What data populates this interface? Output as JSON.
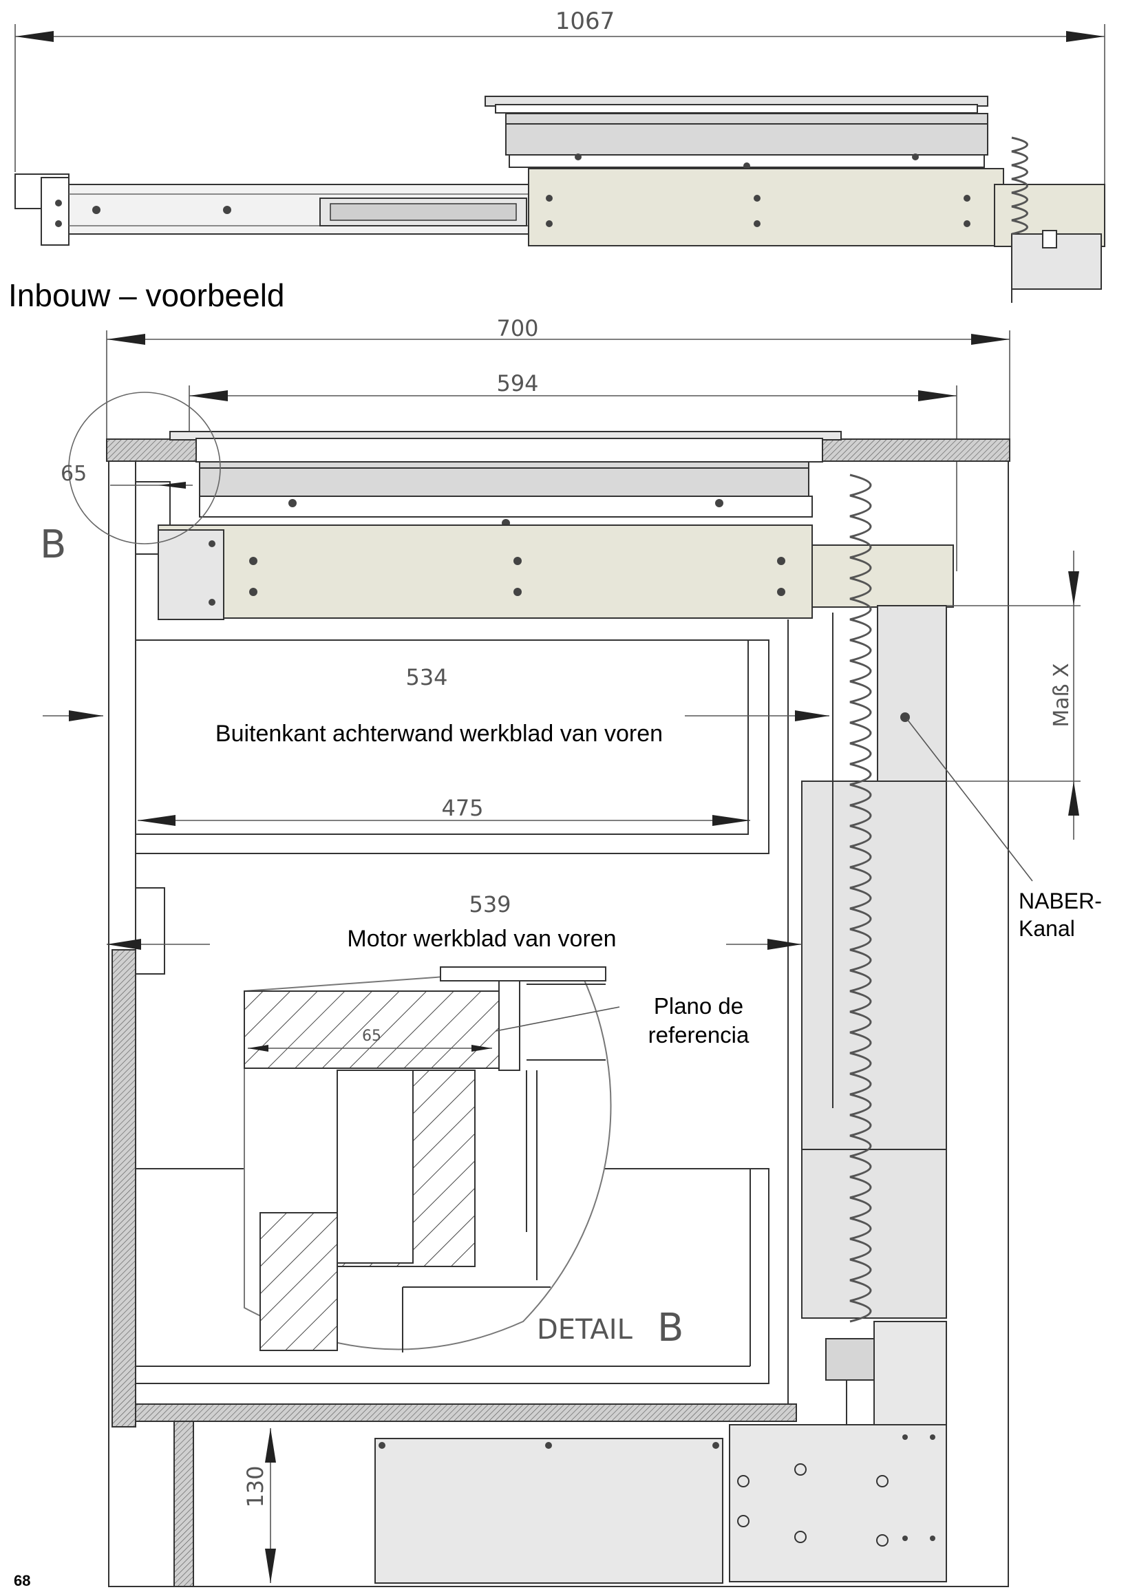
{
  "heading": "Inbouw – voorbeeld",
  "dimensions": {
    "total_length": "1067",
    "cabinet_width": "700",
    "cooktop_width": "594",
    "offset": "65",
    "back_wall_distance": "534",
    "inner_depth": "475",
    "motor_distance": "539",
    "plinth_height": "130",
    "detail_offset": "65",
    "mass_x": "Maß  X"
  },
  "labels": {
    "section_marker": "B",
    "back_wall": "Buitenkant achterwand werkblad van voren",
    "motor": "Motor werkblad van voren",
    "reference_plane_line1": "Plano de",
    "reference_plane_line2": "referencia",
    "detail_word": "DETAIL",
    "detail_letter": "B",
    "naber_line1": "NABER-",
    "naber_line2": "Kanal"
  },
  "page_number": "68"
}
